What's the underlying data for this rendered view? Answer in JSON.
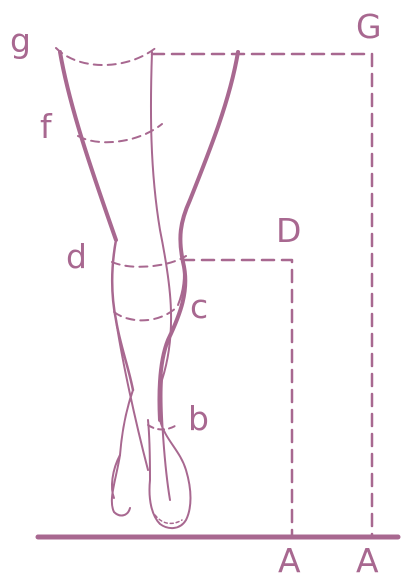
{
  "colors": {
    "stroke": "#a86890",
    "background": "#ffffff"
  },
  "labels": {
    "g": "g",
    "f": "f",
    "d": "d",
    "c": "c",
    "b": "b",
    "G": "G",
    "D": "D",
    "A_left": "A",
    "A_right": "A"
  }
}
